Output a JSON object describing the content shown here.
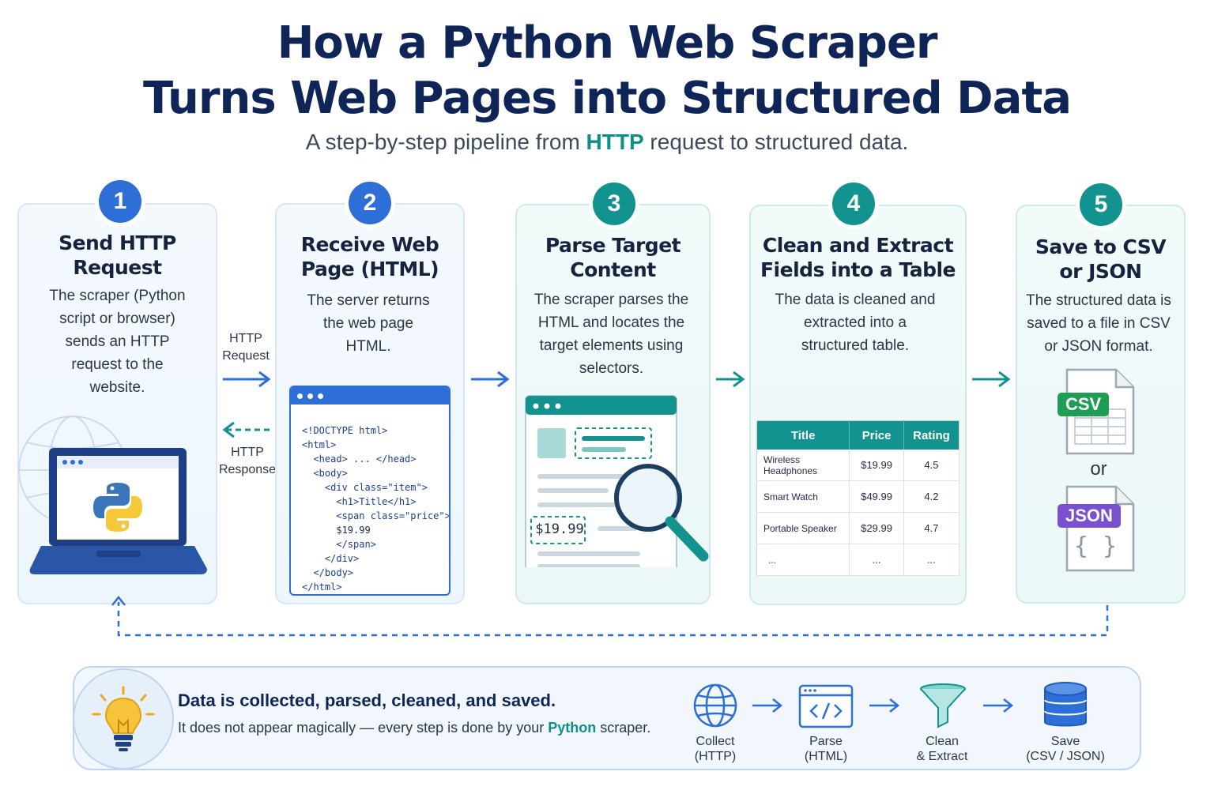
{
  "header": {
    "title_line1": "How a Python Web Scraper",
    "title_line2": "Turns Web Pages into Structured Data",
    "subtitle_pre": "A step-by-step pipeline from ",
    "subtitle_highlight": "HTTP",
    "subtitle_post": " request to structured data."
  },
  "steps": [
    {
      "number": "1",
      "title_line1": "Send HTTP",
      "title_line2": "Request",
      "desc": [
        "The scraper (Python",
        "script or browser)",
        "sends an HTTP",
        "request to the",
        "website."
      ]
    },
    {
      "number": "2",
      "title_line1": "Receive Web",
      "title_line2": "Page (HTML)",
      "desc": [
        "The server returns",
        "the web page",
        "HTML."
      ]
    },
    {
      "number": "3",
      "title_line1": "Parse Target",
      "title_line2": "Content",
      "desc": [
        "The scraper parses the",
        "HTML and locates the",
        "target elements using",
        "selectors."
      ]
    },
    {
      "number": "4",
      "title_line1": "Clean and Extract",
      "title_line2": "Fields into a Table",
      "desc": [
        "The data is cleaned and",
        "extracted into a",
        "structured table."
      ]
    },
    {
      "number": "5",
      "title_line1": "Save to CSV",
      "title_line2": "or JSON",
      "desc": [
        "The structured data is",
        "saved to a file in CSV",
        "or JSON format."
      ]
    }
  ],
  "connectors": {
    "request_label": [
      "HTTP",
      "Request"
    ],
    "response_label": [
      "HTTP",
      "Response"
    ]
  },
  "code_lines": [
    "<!DOCTYPE html>",
    "<html>",
    "  <head> ... </head>",
    "  <body>",
    "    <div class=\"item\">",
    "      <h1>Title</h1>",
    "      <span class=\"price\">",
    "      $19.99",
    "      </span>",
    "    </div>",
    "  </body>",
    "</html>"
  ],
  "parse_price": "$19.99",
  "table": {
    "headers": [
      "Title",
      "Price",
      "Rating"
    ],
    "rows": [
      [
        "Wireless Headphones",
        "$19.99",
        "4.5"
      ],
      [
        "Smart Watch",
        "$49.99",
        "4.2"
      ],
      [
        "Portable Speaker",
        "$29.99",
        "4.7"
      ],
      [
        "...",
        "...",
        "..."
      ]
    ]
  },
  "files": {
    "csv": "CSV",
    "or": "or",
    "json": "JSON",
    "braces": "{ }"
  },
  "bottom": {
    "title": "Data is collected, parsed, cleaned, and saved.",
    "text_pre": "It does not appear magically — every step is done by your ",
    "text_highlight": "Python",
    "text_post": " scraper.",
    "flow": [
      {
        "line1": "Collect",
        "line2": "(HTTP)"
      },
      {
        "line1": "Parse",
        "line2": "(HTML)"
      },
      {
        "line1": "Clean",
        "line2": "& Extract"
      },
      {
        "line1": "Save",
        "line2": "(CSV / JSON)"
      }
    ]
  },
  "colors": {
    "navy": "#0f2557",
    "blue": "#2d6fd6",
    "teal": "#13938f",
    "green": "#1f9d55",
    "purple": "#7a4fd0"
  }
}
